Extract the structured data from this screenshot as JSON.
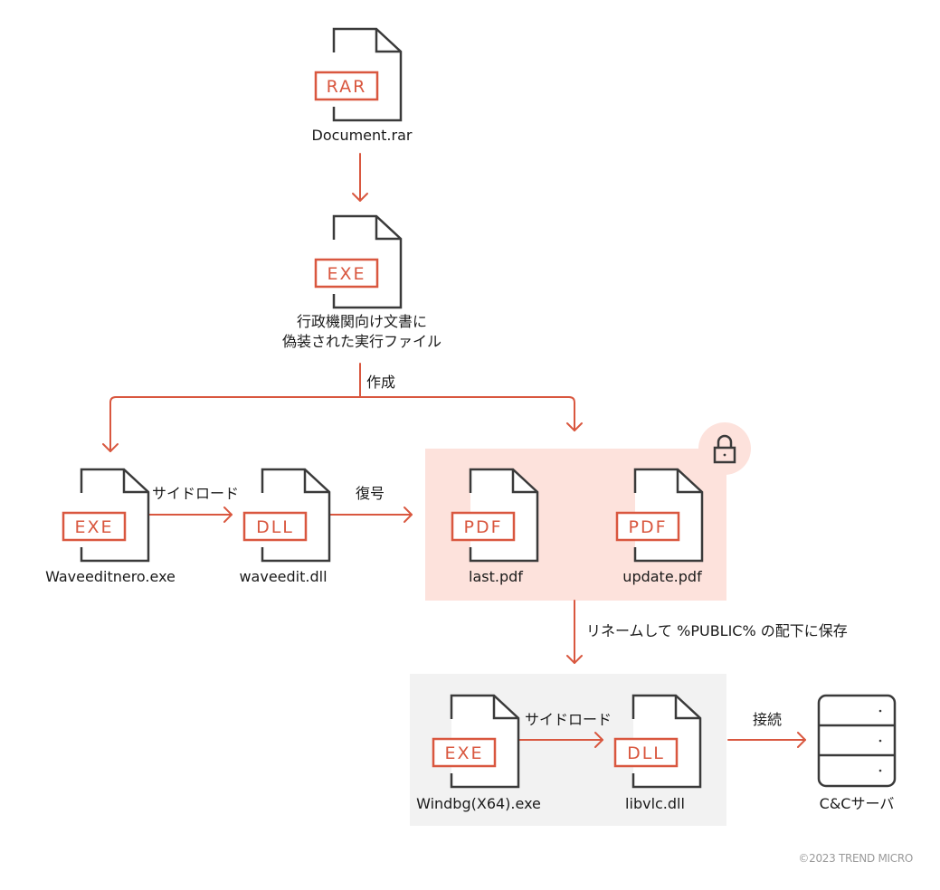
{
  "colors": {
    "accent": "#d9573f",
    "outline": "#3a3a3a",
    "encrypted_panel": "#fde2dc",
    "public_panel": "#f2f2f2",
    "copyright": "#9a9a9a"
  },
  "nodes": {
    "document_rar": {
      "label": "Document.rar",
      "badge": "RAR",
      "icon": "file-icon"
    },
    "disguised_exe": {
      "label_line1": "行政機関向け文書に",
      "label_line2": "偽装された実行ファイル",
      "badge": "EXE",
      "icon": "file-icon"
    },
    "waveeditnero_exe": {
      "label": "Waveeditnero.exe",
      "badge": "EXE",
      "icon": "file-icon"
    },
    "waveedit_dll": {
      "label": "waveedit.dll",
      "badge": "DLL",
      "icon": "file-icon"
    },
    "last_pdf": {
      "label": "last.pdf",
      "badge": "PDF",
      "icon": "file-icon"
    },
    "update_pdf": {
      "label": "update.pdf",
      "badge": "PDF",
      "icon": "file-icon"
    },
    "windbg_exe": {
      "label": "Windbg(X64).exe",
      "badge": "EXE",
      "icon": "file-icon"
    },
    "libvlc_dll": {
      "label": "libvlc.dll",
      "badge": "DLL",
      "icon": "file-icon"
    },
    "cc_server": {
      "label": "C&Cサーバ",
      "icon": "server-icon"
    }
  },
  "encrypted_group": {
    "icon": "lock-icon"
  },
  "edges": {
    "create": "作成",
    "sideload1": "サイドロード",
    "decrypt": "復号",
    "rename_save": "リネームして %PUBLIC% の配下に保存",
    "sideload2": "サイドロード",
    "connect": "接続"
  },
  "footer": {
    "copyright": "©2023 TREND MICRO"
  }
}
